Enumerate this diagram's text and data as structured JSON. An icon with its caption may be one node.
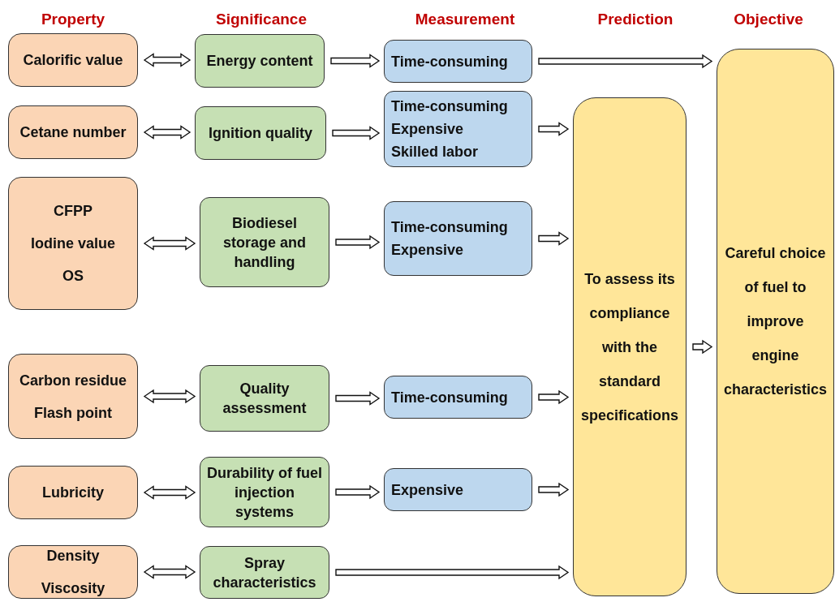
{
  "diagram": {
    "nodes": [
      {
        "text": [
          "Calorific value"
        ]
      },
      {
        "text": [
          "Cetane number"
        ]
      },
      {
        "text": [
          "CFPP",
          "Iodine value",
          "OS"
        ]
      },
      {
        "text": [
          "Carbon residue",
          "Flash point"
        ]
      },
      {
        "text": [
          "Lubricity"
        ]
      },
      {
        "text": [
          "Density",
          "Viscosity"
        ]
      },
      {
        "text": [
          "Energy content"
        ]
      },
      {
        "text": [
          "Ignition quality"
        ]
      },
      {
        "text": [
          "Biodiesel storage and handling"
        ]
      },
      {
        "text": [
          "Quality assessment"
        ]
      },
      {
        "text": [
          "Durability of fuel injection systems"
        ]
      },
      {
        "text": [
          "Spray characteristics"
        ]
      },
      {
        "text": [
          "Time-consuming"
        ]
      },
      {
        "text": [
          "Time-consuming",
          "Expensive",
          "Skilled labor"
        ]
      },
      {
        "text": [
          "Time-consuming",
          "Expensive"
        ]
      },
      {
        "text": [
          "Time-consuming"
        ]
      },
      {
        "text": [
          "Expensive"
        ]
      },
      {
        "text": [
          "To assess its compliance with the standard specifications"
        ]
      },
      {
        "text": [
          "Careful choice of fuel to improve engine characteristics"
        ]
      }
    ],
    "edges": [
      {
        "from": 0,
        "to": 6,
        "arrow": "both"
      },
      {
        "from": 1,
        "to": 7,
        "arrow": "both"
      },
      {
        "from": 2,
        "to": 8,
        "arrow": "both"
      },
      {
        "from": 3,
        "to": 9,
        "arrow": "both"
      },
      {
        "from": 4,
        "to": 10,
        "arrow": "both"
      },
      {
        "from": 5,
        "to": 11,
        "arrow": "both"
      },
      {
        "from": 6,
        "to": 12,
        "arrow": "to"
      },
      {
        "from": 7,
        "to": 13,
        "arrow": "to"
      },
      {
        "from": 8,
        "to": 14,
        "arrow": "to"
      },
      {
        "from": 9,
        "to": 15,
        "arrow": "to"
      },
      {
        "from": 10,
        "to": 16,
        "arrow": "to"
      },
      {
        "from": 11,
        "to": 17,
        "arrow": "to"
      },
      {
        "from": 12,
        "to": 18,
        "arrow": "to"
      },
      {
        "from": 13,
        "to": 17,
        "arrow": "to"
      },
      {
        "from": 14,
        "to": 17,
        "arrow": "to"
      },
      {
        "from": 15,
        "to": 17,
        "arrow": "to"
      },
      {
        "from": 16,
        "to": 17,
        "arrow": "to"
      },
      {
        "from": 17,
        "to": 18,
        "arrow": "to"
      }
    ],
    "labels": [
      "Property",
      "Significance",
      "Measurement",
      "Prediction",
      "Objective"
    ]
  }
}
